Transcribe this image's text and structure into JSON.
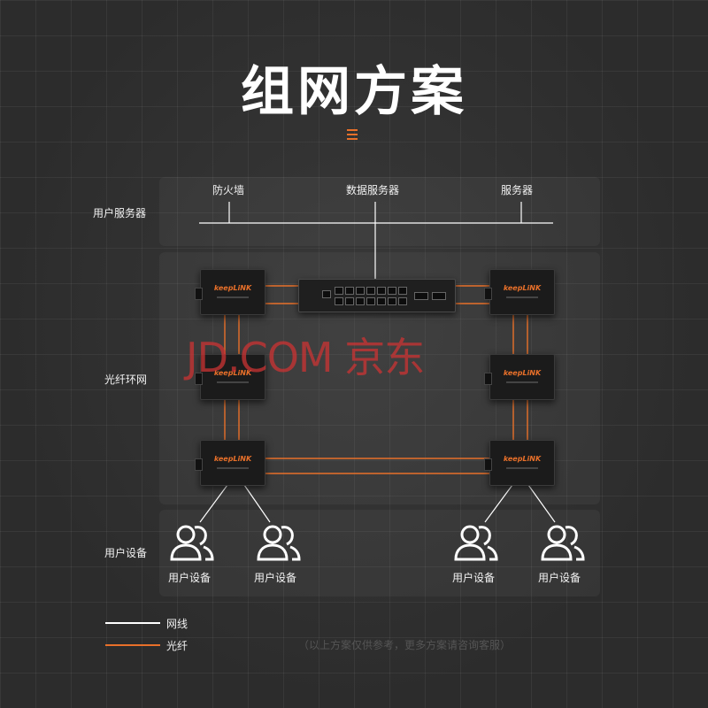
{
  "title": "组网方案",
  "rows": {
    "server_row": "用户服务器",
    "ring_row": "光纤环网",
    "user_row": "用户设备"
  },
  "servers": {
    "firewall": "防火墙",
    "data_server": "数据服务器",
    "server": "服务器"
  },
  "device_brand": "keepLiNK",
  "users": [
    "用户设备",
    "用户设备",
    "用户设备",
    "用户设备"
  ],
  "legend": {
    "network": "网线",
    "fiber": "光纤"
  },
  "footnote": "（以上方案仅供参考，更多方案请咨询客服）",
  "watermark": "JD.COM 京东",
  "colors": {
    "fiber": "#e8702a",
    "cable": "#ffffff",
    "background": "#2c2c2c"
  }
}
